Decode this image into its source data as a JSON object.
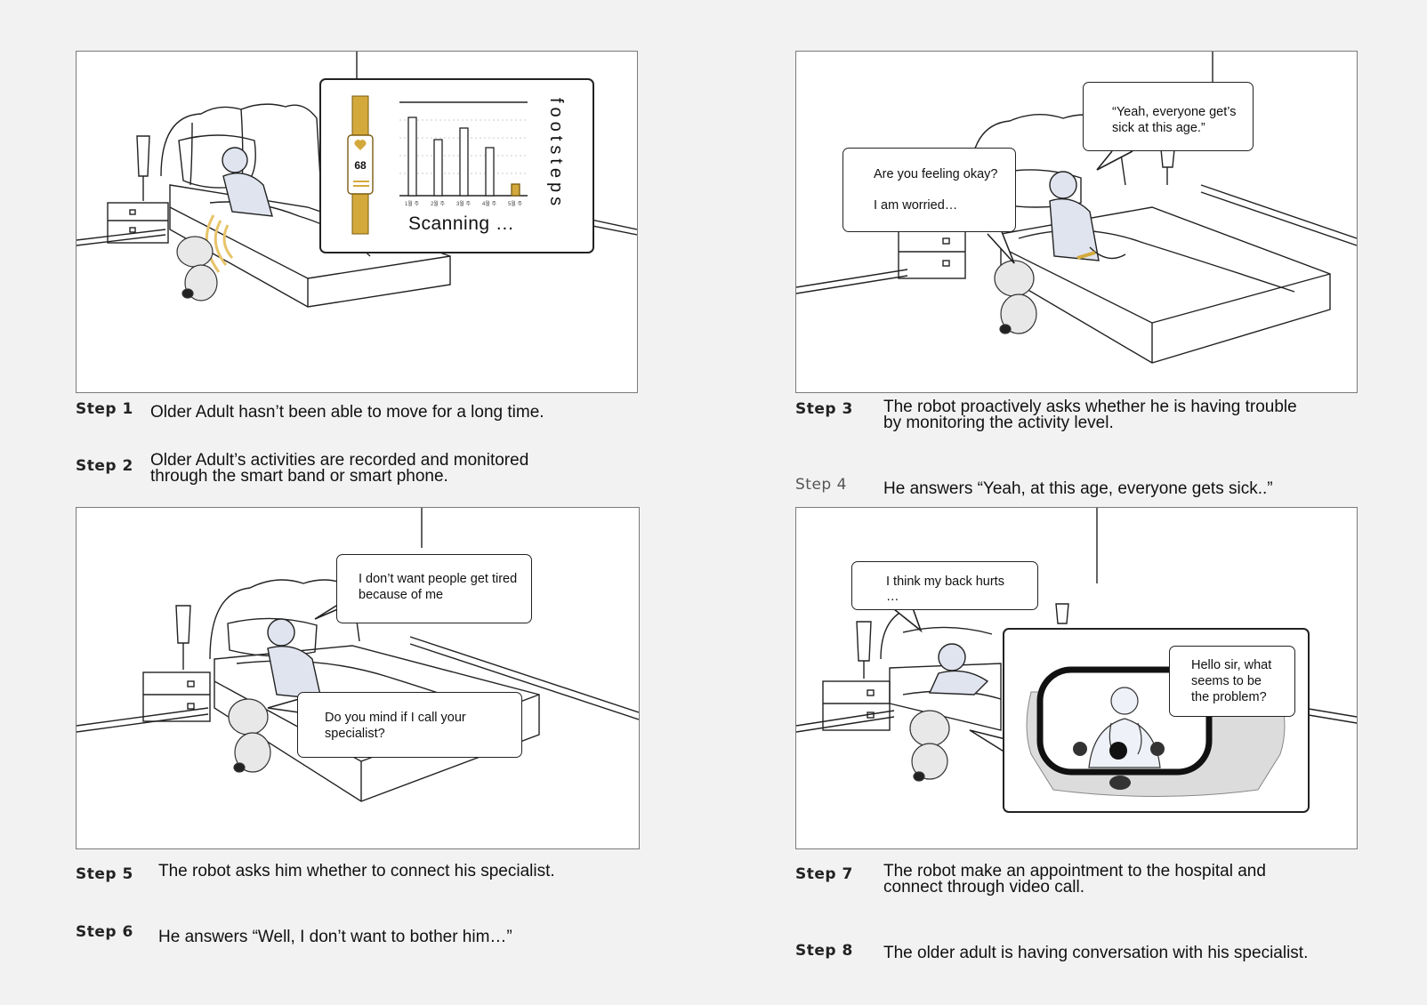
{
  "steps": {
    "s1": {
      "label": "Step 1",
      "text": "Older Adult hasn’t been able to move for a long time."
    },
    "s2": {
      "label": "Step 2",
      "line1": "Older Adult’s activities are recorded and monitored",
      "line2": "through the smart band or smart phone."
    },
    "s3": {
      "label": "Step 3",
      "line1": "The robot proactively asks whether he is having trouble",
      "line2": "by monitoring the activity level."
    },
    "s4": {
      "label": "Step 4",
      "text": "He answers “Yeah, at this age, everyone gets sick..”"
    },
    "s5": {
      "label": "Step 5",
      "text": "The robot asks him whether to connect his specialist."
    },
    "s6": {
      "label": "Step 6",
      "text": "He answers “Well, I don’t want to bother him…”"
    },
    "s7": {
      "label": "Step 7",
      "line1": "The robot make an appointment to the hospital and",
      "line2": "connect through video call."
    },
    "s8": {
      "label": "Step 8",
      "text": "The older adult is having conversation with his specialist."
    }
  },
  "panel1": {
    "band_value": "68",
    "scanning": "Scanning …",
    "footsteps": "footsteps",
    "bar_values": [
      0.88,
      0.63,
      0.76,
      0.54,
      0.13
    ],
    "bar_labels": [
      "1월 주",
      "2월 주",
      "3월 주",
      "4월 주",
      "5월 주"
    ]
  },
  "panel2": {
    "robot_line1": "Are you feeling okay?",
    "robot_line2": "I  am worried…",
    "man_line1": "“Yeah, everyone get’s",
    "man_line2": "sick at  this age.”"
  },
  "panel3": {
    "man_line1": "I don’t want people  get  tired",
    "man_line2": "because  of  me",
    "robot_line1": "Do you  mind  if  I  call  your",
    "robot_line2": "specialist?"
  },
  "panel4": {
    "man_line1": "I  think my back hurts",
    "man_line2": "…",
    "doctor_line1": "Hello sir, what",
    "doctor_line2": "seems to be",
    "doctor_line3": "the problem?"
  },
  "colors": {
    "band": "#d4a93c",
    "accent_gold": "#c99a2e",
    "wave": "#e8c46a"
  }
}
